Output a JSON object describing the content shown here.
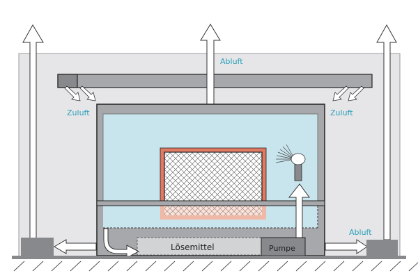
{
  "diagram": {
    "labels": {
      "abluft_top": "Abluft",
      "zuluft_left": "Zuluft",
      "zuluft_right": "Zuluft",
      "abluft_bottom_right": "Abluft",
      "solvent": "Lösemittel",
      "pump": "Pumpe"
    },
    "colors": {
      "label_text": "#2a9fb8",
      "room_fill": "#e6e6e8",
      "duct_fill": "#a7a8ab",
      "duct_dark": "#88898c",
      "chamber_wall": "#a7a8ab",
      "chamber_inner": "#c8e4ec",
      "part_frame": "#e07a62",
      "part_frame_light": "#f0b8a6",
      "floor": "#88898c",
      "solvent_tank": "#d2d3d5",
      "pump": "#88898c",
      "outline": "#222222"
    }
  }
}
